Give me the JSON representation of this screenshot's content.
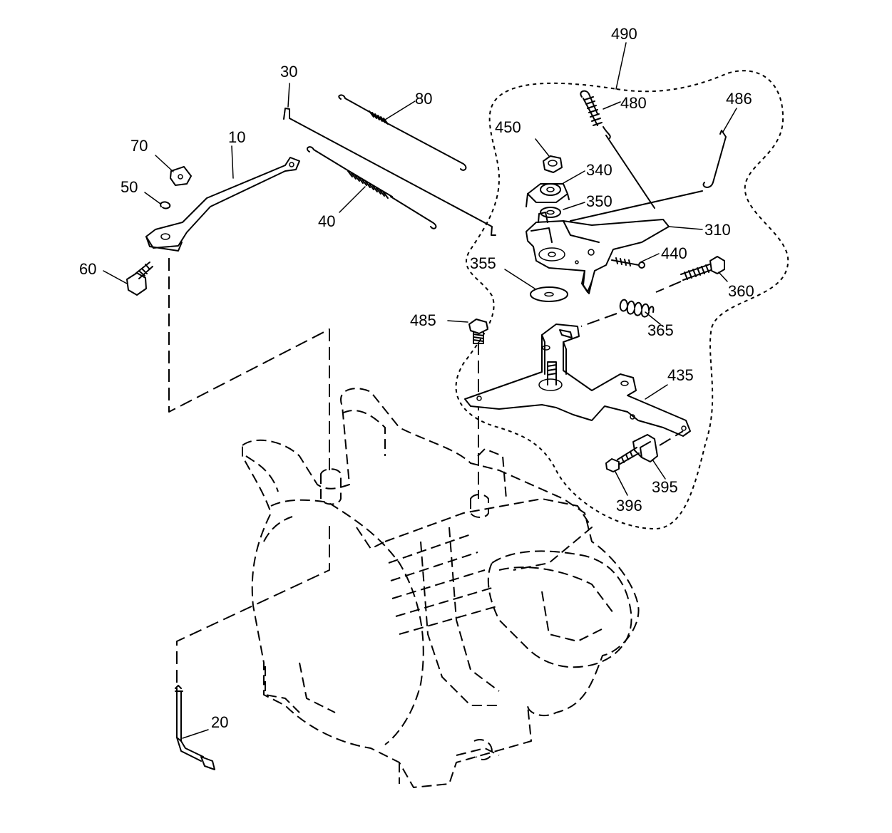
{
  "diagram": {
    "labels": {
      "p10": "10",
      "p20": "20",
      "p30": "30",
      "p40": "40",
      "p50": "50",
      "p60": "60",
      "p70": "70",
      "p80": "80",
      "p310": "310",
      "p340": "340",
      "p350": "350",
      "p355": "355",
      "p360": "360",
      "p365": "365",
      "p395": "395",
      "p396": "396",
      "p435": "435",
      "p440": "440",
      "p450": "450",
      "p480": "480",
      "p485": "485",
      "p486": "486",
      "p490": "490"
    }
  }
}
